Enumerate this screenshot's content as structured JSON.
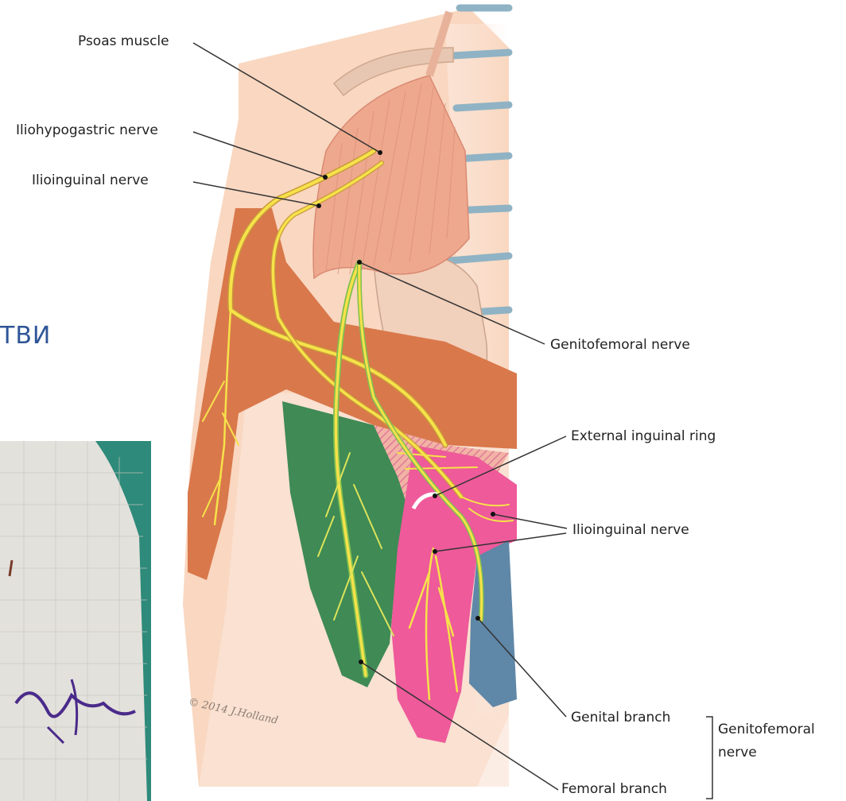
{
  "labels": {
    "psoas_muscle": "Psoas muscle",
    "iliohypogastric_nerve": "Iliohypogastric nerve",
    "ilioinguinal_nerve_top": "Ilioinguinal nerve",
    "genitofemoral_nerve": "Genitofemoral nerve",
    "external_inguinal_ring": "External inguinal ring",
    "ilioinguinal_nerve_bottom": "Ilioinguinal nerve",
    "genital_branch": "Genital branch",
    "femoral_branch": "Femoral branch",
    "group_genitofemoral_line1": "Genitofemoral",
    "group_genitofemoral_line2": "nerve"
  },
  "slide_fragment_text": "ТВИ",
  "credit_text": "© 2014 J.Holland",
  "colors": {
    "nerve_yellow": "#f6e24a",
    "skin": "#f9d7c0",
    "psoas": "#eea88e",
    "iliohypogastric_zone": "#d9784b",
    "genitofemoral_femoral_zone": "#3f8a55",
    "ilioinguinal_zone": "#ee5a9a",
    "genital_zone": "#5f87a8",
    "spine_blue": "#8fb3c4",
    "slide_title_blue": "#2f5597",
    "gauze_background": "#2e8a7a"
  }
}
